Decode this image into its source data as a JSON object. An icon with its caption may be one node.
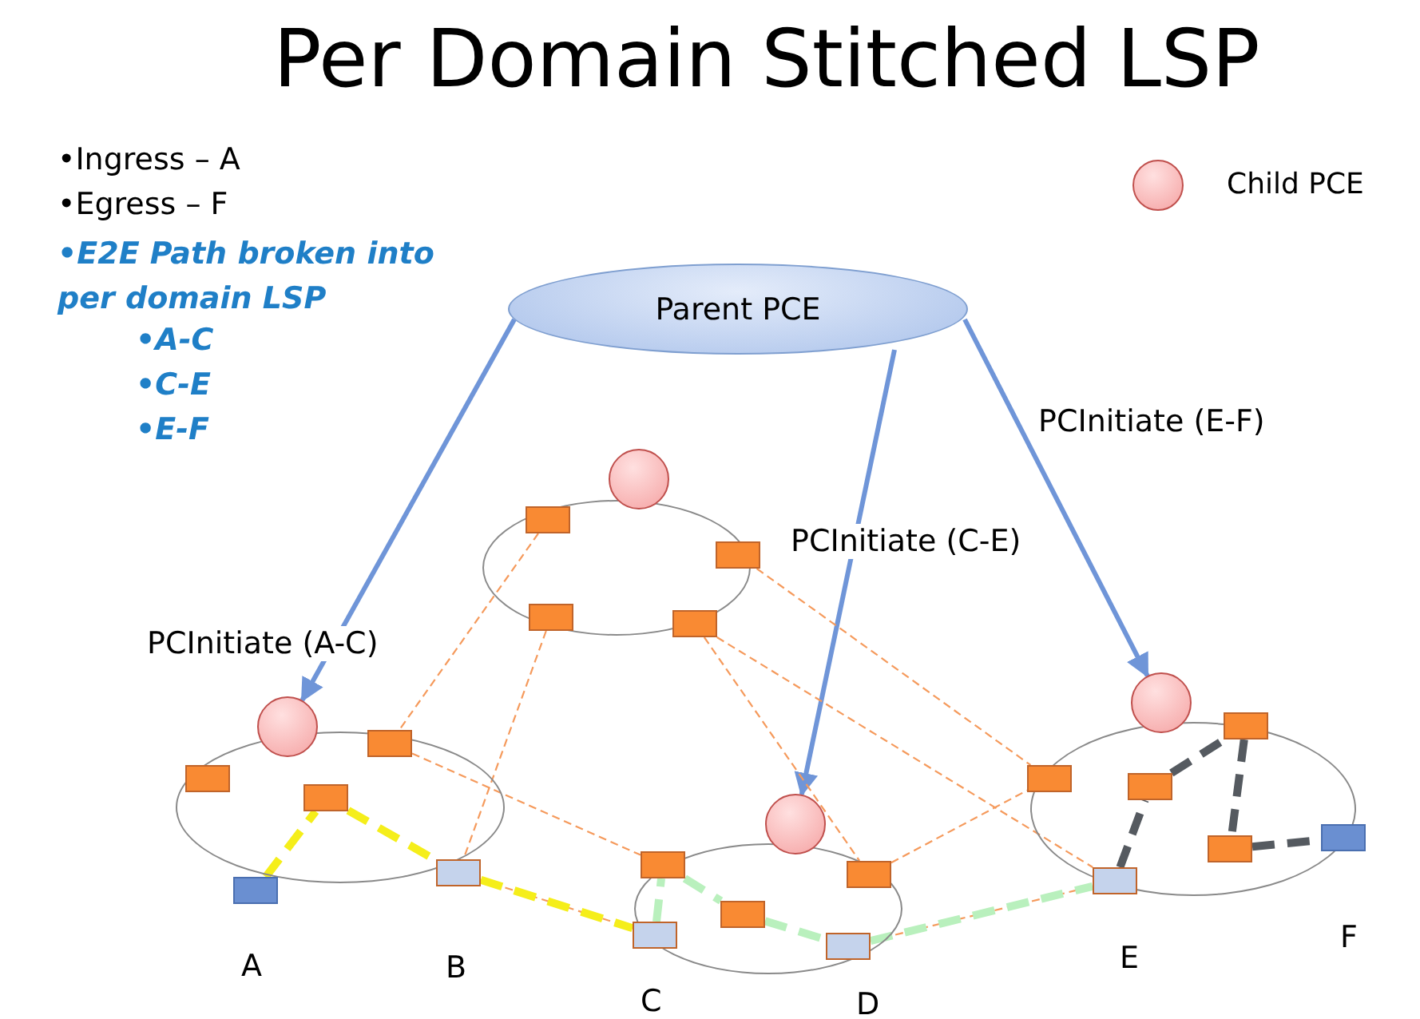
{
  "diagram": {
    "title": "Per Domain Stitched LSP",
    "nodes": [
      {
        "text": [
          "Parent PCE"
        ]
      },
      {
        "text": [],
        "shape": "ellipse"
      },
      {
        "text": [],
        "shape": "ellipse"
      },
      {
        "text": [],
        "shape": "ellipse"
      },
      {
        "text": [],
        "shape": "ellipse"
      },
      {
        "text": [],
        "shape": "circle"
      },
      {
        "text": [],
        "shape": "circle"
      },
      {
        "text": [],
        "shape": "circle"
      },
      {
        "text": [],
        "shape": "circle"
      },
      {
        "text": [],
        "shape": "box",
        "in": 1
      },
      {
        "text": [],
        "shape": "box"
      },
      {
        "text": [],
        "shape": "box",
        "in": 1
      },
      {
        "text": [],
        "shape": "box",
        "in": 1
      },
      {
        "text": [],
        "shape": "box",
        "in": 2
      },
      {
        "text": [],
        "shape": "box",
        "in": 2
      },
      {
        "text": [],
        "shape": "box",
        "in": 2
      },
      {
        "text": [],
        "shape": "box",
        "beside": [
          "A"
        ]
      },
      {
        "text": [],
        "shape": "box",
        "beside": [
          "B"
        ]
      },
      {
        "text": [],
        "shape": "box",
        "in": 3
      },
      {
        "text": [],
        "shape": "box",
        "in": 3
      },
      {
        "text": [],
        "shape": "box",
        "in": 3
      },
      {
        "text": [],
        "shape": "box",
        "beside": [
          "C"
        ],
        "in": 3
      },
      {
        "text": [],
        "shape": "box",
        "beside": [
          "D"
        ],
        "in": 3
      },
      {
        "text": [],
        "shape": "box",
        "in": 4
      },
      {
        "text": [],
        "shape": "box"
      },
      {
        "text": [],
        "shape": "box",
        "in": 4
      },
      {
        "text": [],
        "shape": "box",
        "in": 4
      },
      {
        "text": [],
        "shape": "box",
        "beside": [
          "F"
        ]
      },
      {
        "text": [],
        "shape": "box",
        "beside": [
          "E"
        ],
        "in": 4
      }
    ],
    "edges": [
      {
        "from": 0,
        "to": 6,
        "arrow": "to",
        "label": "PCInitiate (A-C)",
        "color": "#6f95d8"
      },
      {
        "from": 0,
        "to": 7,
        "arrow": "to",
        "label": "PCInitiate (C-E)",
        "color": "#6f95d8"
      },
      {
        "from": 0,
        "to": 8,
        "arrow": "to",
        "label": "PCInitiate (E-F)",
        "color": "#6f95d8"
      },
      {
        "from": 9,
        "to": 14,
        "arrow": "none",
        "style": "dashed"
      },
      {
        "from": 11,
        "to": 17,
        "arrow": "none",
        "style": "dashed"
      },
      {
        "from": 14,
        "to": 18,
        "arrow": "none",
        "style": "dashed"
      },
      {
        "from": 17,
        "to": 21,
        "arrow": "none",
        "style": "dashed"
      },
      {
        "from": 10,
        "to": 23,
        "arrow": "none",
        "style": "dashed"
      },
      {
        "from": 12,
        "to": 28,
        "arrow": "none",
        "style": "dashed"
      },
      {
        "from": 12,
        "to": 20,
        "arrow": "none",
        "style": "dashed"
      },
      {
        "from": 20,
        "to": 23,
        "arrow": "none",
        "style": "dashed"
      },
      {
        "from": 22,
        "to": 28,
        "arrow": "none",
        "style": "dashed"
      },
      {
        "from": 16,
        "to": 15,
        "arrow": "none",
        "style": "dashed",
        "color": "#f5ee1a"
      },
      {
        "from": 15,
        "to": 17,
        "arrow": "none",
        "style": "dashed",
        "color": "#f5ee1a"
      },
      {
        "from": 17,
        "to": 21,
        "arrow": "none",
        "style": "dashed",
        "color": "#f5ee1a"
      },
      {
        "from": 21,
        "to": 18,
        "arrow": "none",
        "style": "dashed",
        "color": "#b9f0bd"
      },
      {
        "from": 18,
        "to": 19,
        "arrow": "none",
        "style": "dashed",
        "color": "#b9f0bd"
      },
      {
        "from": 19,
        "to": 22,
        "arrow": "none",
        "style": "dashed",
        "color": "#b9f0bd"
      },
      {
        "from": 22,
        "to": 28,
        "arrow": "none",
        "style": "dashed",
        "color": "#b9f0bd"
      },
      {
        "from": 28,
        "to": 25,
        "arrow": "none",
        "style": "dashed",
        "color": "#555a60"
      },
      {
        "from": 25,
        "to": 24,
        "arrow": "none",
        "style": "dashed",
        "color": "#555a60"
      },
      {
        "from": 24,
        "to": 26,
        "arrow": "none",
        "style": "dashed",
        "color": "#555a60"
      },
      {
        "from": 26,
        "to": 27,
        "arrow": "none",
        "style": "dashed",
        "color": "#555a60"
      }
    ],
    "labels": [
      "•Ingress – A",
      "•Egress – F",
      "•E2E Path broken into per domain LSP",
      "•A-C",
      "•C-E",
      "•E-F"
    ],
    "legend": [
      {
        "text": "Child PCE"
      }
    ]
  }
}
